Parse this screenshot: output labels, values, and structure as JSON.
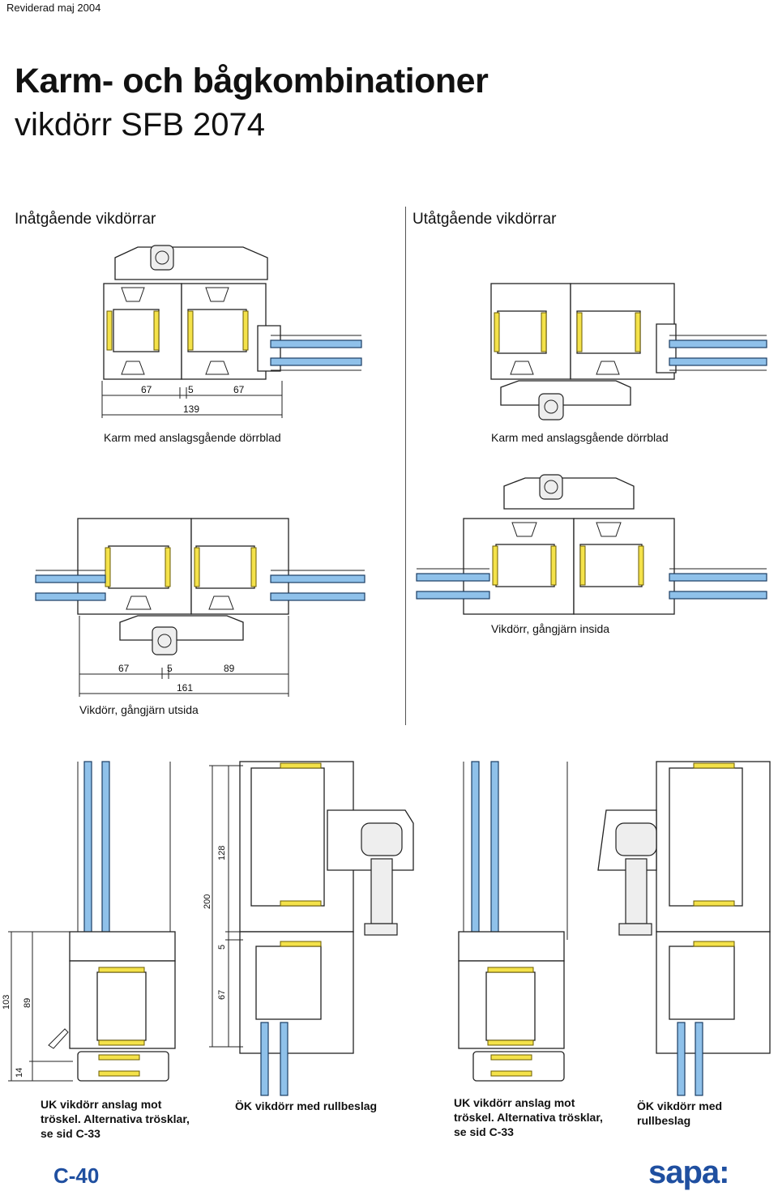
{
  "header": {
    "revised": "Reviderad maj 2004"
  },
  "title": {
    "line1": "Karm- och bågkombinationer",
    "line2": "vikdörr SFB 2074"
  },
  "sections": {
    "inward": "Inåtgående vikdörrar",
    "outward": "Utåtgående vikdörrar"
  },
  "captions": {
    "inward_frame": "Karm med anslagsgående dörrblad",
    "outward_frame": "Karm med anslagsgående dörrblad",
    "hinge_inside": "Vikdörr, gångjärn insida",
    "hinge_outside": "Vikdörr, gångjärn utsida"
  },
  "dims_top": {
    "a": "67",
    "b": "5",
    "c": "67",
    "total": "139"
  },
  "dims_mid": {
    "a": "67",
    "b": "5",
    "c": "89",
    "total": "161"
  },
  "dims_vertical": {
    "d103": "103",
    "d89": "89",
    "d14": "14",
    "d200": "200",
    "d128": "128",
    "d5": "5",
    "d67": "67"
  },
  "bottom_captions": {
    "uk_inward": "UK vikdörr anslag mot tröskel. Alternativa trösklar, se sid C-33",
    "ok_inward": "ÖK vikdörr med rullbeslag",
    "uk_outward": "UK vikdörr anslag mot tröskel. Alternativa trösklar, se sid C-33",
    "ok_outward": "ÖK vikdörr med rullbeslag"
  },
  "footer": {
    "page": "C-40",
    "logo": "sapa:"
  },
  "colors": {
    "glass": "#8fc1ea",
    "gasket": "#f4e24a",
    "brand": "#1f4fa0"
  }
}
